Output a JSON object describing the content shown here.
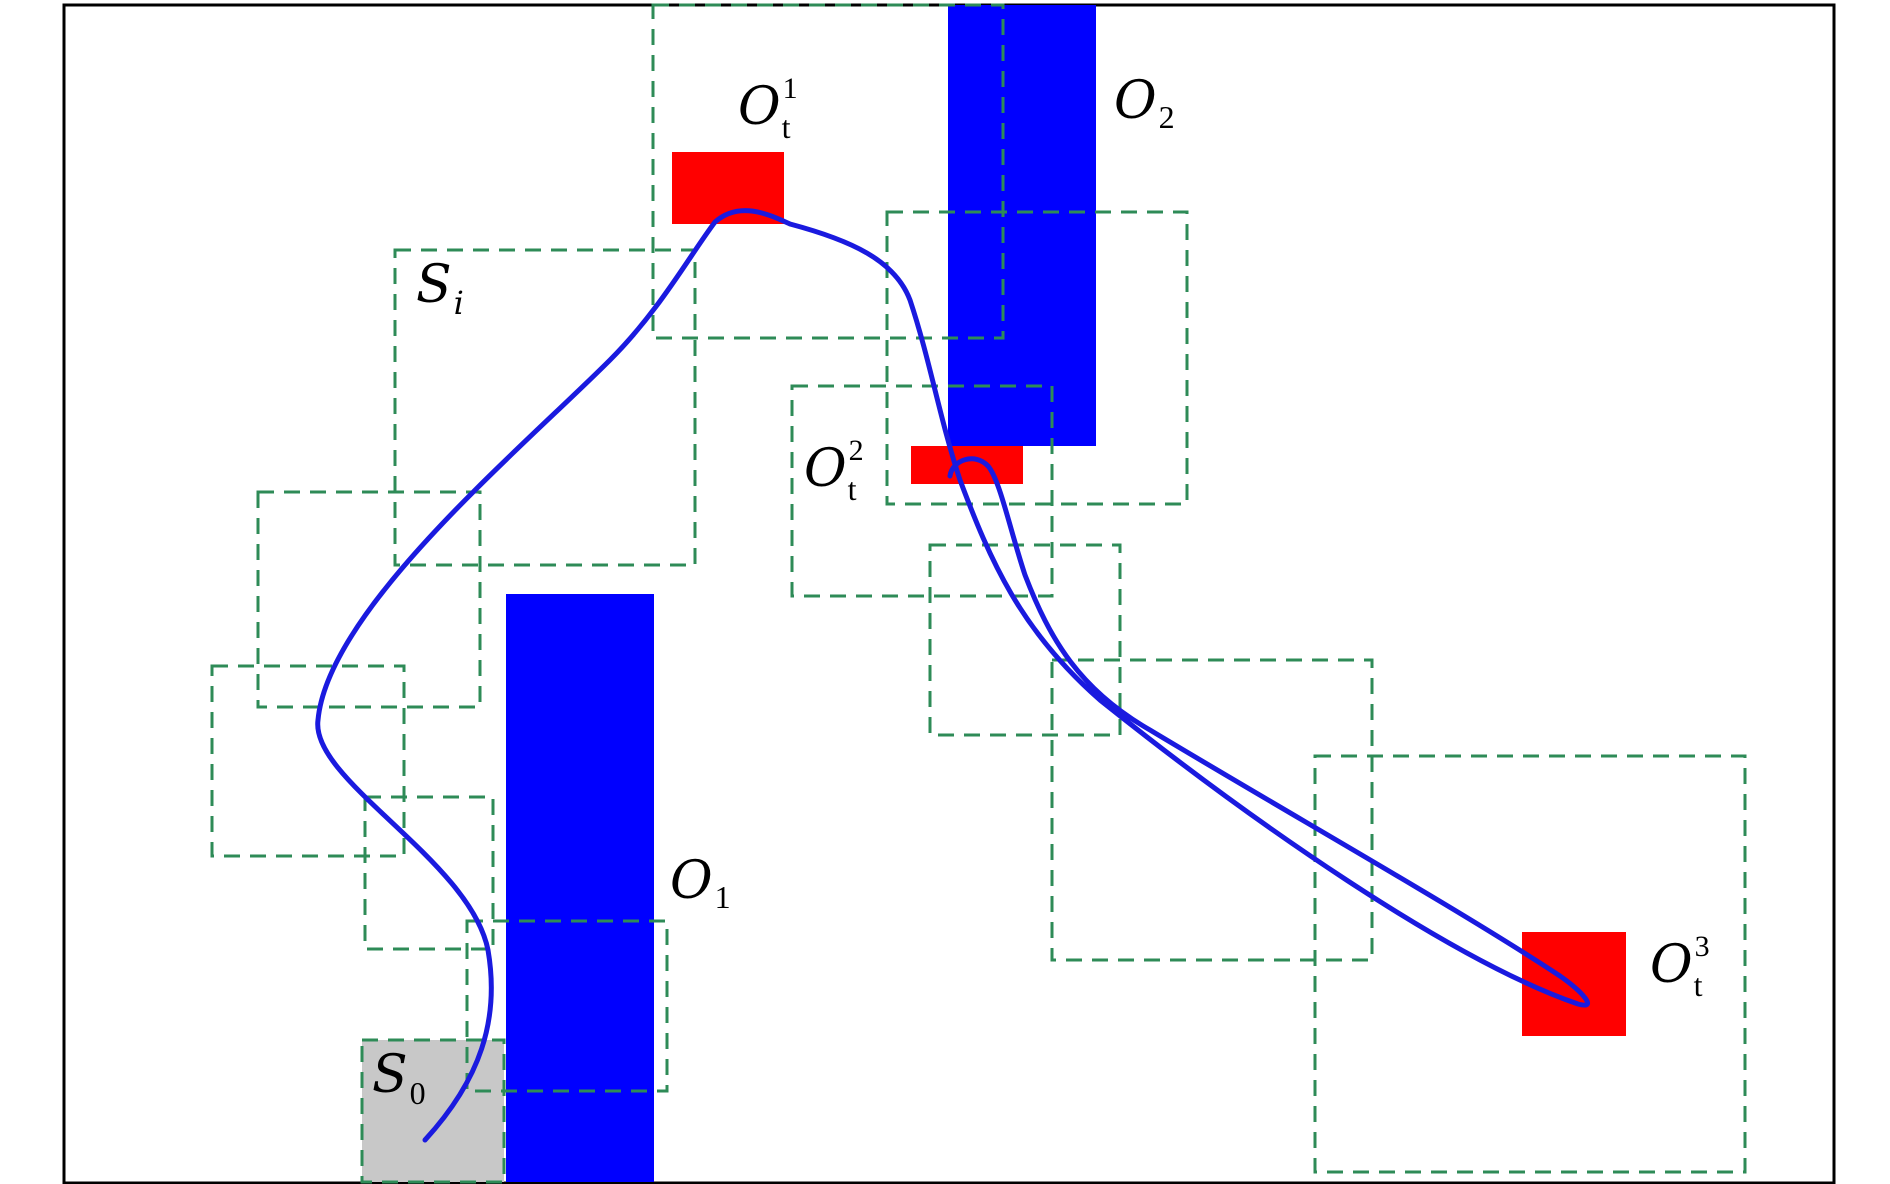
{
  "colors": {
    "obstacle": "#0000ff",
    "target": "#ff0000",
    "start_region": "#c8c8c8",
    "dashed_box": "#2e8b57",
    "path": "#1a1adf",
    "frame": "#000000"
  },
  "labels": {
    "O1": {
      "main": "O",
      "sub": "1",
      "sup": ""
    },
    "O2": {
      "main": "O",
      "sub": "2",
      "sup": ""
    },
    "Ot1": {
      "main": "O",
      "sub": "t",
      "sup": "1"
    },
    "Ot2": {
      "main": "O",
      "sub": "t",
      "sup": "2"
    },
    "Ot3": {
      "main": "O",
      "sub": "t",
      "sup": "3"
    },
    "Si": {
      "main": "S",
      "sub": "i",
      "sup": ""
    },
    "S0": {
      "main": "S",
      "sub": "0",
      "sup": ""
    }
  }
}
